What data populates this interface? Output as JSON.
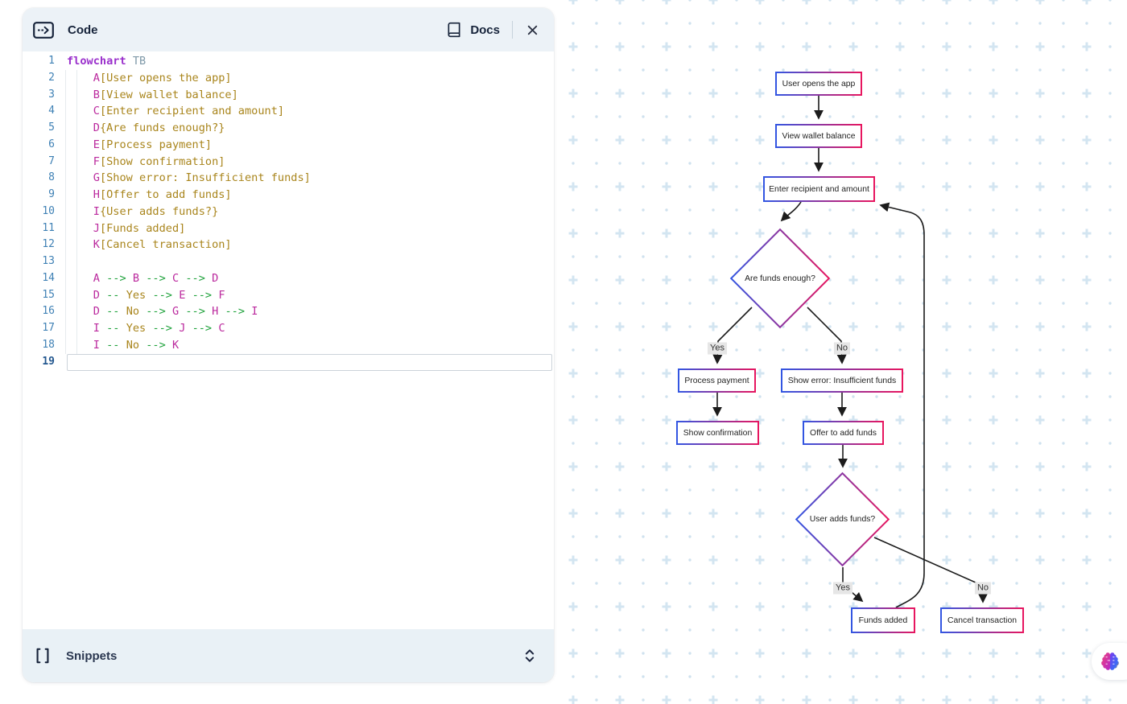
{
  "panel": {
    "tab_label": "Code",
    "docs_label": "Docs",
    "snippets_label": "Snippets"
  },
  "editor": {
    "language": "mermaid",
    "active_line": 19,
    "lines": [
      {
        "n": 1,
        "tokens": [
          [
            "kw",
            "flowchart"
          ],
          [
            "pl",
            " "
          ],
          [
            "dir",
            "TB"
          ]
        ]
      },
      {
        "n": 2,
        "tokens": [
          [
            "pl",
            "    "
          ],
          [
            "id",
            "A"
          ],
          [
            "str",
            "[User opens the app]"
          ]
        ]
      },
      {
        "n": 3,
        "tokens": [
          [
            "pl",
            "    "
          ],
          [
            "id",
            "B"
          ],
          [
            "str",
            "[View wallet balance]"
          ]
        ]
      },
      {
        "n": 4,
        "tokens": [
          [
            "pl",
            "    "
          ],
          [
            "id",
            "C"
          ],
          [
            "str",
            "[Enter recipient and amount]"
          ]
        ]
      },
      {
        "n": 5,
        "tokens": [
          [
            "pl",
            "    "
          ],
          [
            "id",
            "D"
          ],
          [
            "str",
            "{Are funds enough?}"
          ]
        ]
      },
      {
        "n": 6,
        "tokens": [
          [
            "pl",
            "    "
          ],
          [
            "id",
            "E"
          ],
          [
            "str",
            "[Process payment]"
          ]
        ]
      },
      {
        "n": 7,
        "tokens": [
          [
            "pl",
            "    "
          ],
          [
            "id",
            "F"
          ],
          [
            "str",
            "[Show confirmation]"
          ]
        ]
      },
      {
        "n": 8,
        "tokens": [
          [
            "pl",
            "    "
          ],
          [
            "id",
            "G"
          ],
          [
            "str",
            "[Show error: Insufficient funds]"
          ]
        ]
      },
      {
        "n": 9,
        "tokens": [
          [
            "pl",
            "    "
          ],
          [
            "id",
            "H"
          ],
          [
            "str",
            "[Offer to add funds]"
          ]
        ]
      },
      {
        "n": 10,
        "tokens": [
          [
            "pl",
            "    "
          ],
          [
            "id",
            "I"
          ],
          [
            "str",
            "{User adds funds?}"
          ]
        ]
      },
      {
        "n": 11,
        "tokens": [
          [
            "pl",
            "    "
          ],
          [
            "id",
            "J"
          ],
          [
            "str",
            "[Funds added]"
          ]
        ]
      },
      {
        "n": 12,
        "tokens": [
          [
            "pl",
            "    "
          ],
          [
            "id",
            "K"
          ],
          [
            "str",
            "[Cancel transaction]"
          ]
        ]
      },
      {
        "n": 13,
        "tokens": []
      },
      {
        "n": 14,
        "tokens": [
          [
            "pl",
            "    "
          ],
          [
            "id",
            "A"
          ],
          [
            "pl",
            " "
          ],
          [
            "arrow",
            "-->"
          ],
          [
            "pl",
            " "
          ],
          [
            "id",
            "B"
          ],
          [
            "pl",
            " "
          ],
          [
            "arrow",
            "-->"
          ],
          [
            "pl",
            " "
          ],
          [
            "id",
            "C"
          ],
          [
            "pl",
            " "
          ],
          [
            "arrow",
            "-->"
          ],
          [
            "pl",
            " "
          ],
          [
            "id",
            "D"
          ]
        ]
      },
      {
        "n": 15,
        "tokens": [
          [
            "pl",
            "    "
          ],
          [
            "id",
            "D"
          ],
          [
            "pl",
            " "
          ],
          [
            "arrow",
            "--"
          ],
          [
            "pl",
            " "
          ],
          [
            "str",
            "Yes"
          ],
          [
            "pl",
            " "
          ],
          [
            "arrow",
            "-->"
          ],
          [
            "pl",
            " "
          ],
          [
            "id",
            "E"
          ],
          [
            "pl",
            " "
          ],
          [
            "arrow",
            "-->"
          ],
          [
            "pl",
            " "
          ],
          [
            "id",
            "F"
          ]
        ]
      },
      {
        "n": 16,
        "tokens": [
          [
            "pl",
            "    "
          ],
          [
            "id",
            "D"
          ],
          [
            "pl",
            " "
          ],
          [
            "arrow",
            "--"
          ],
          [
            "pl",
            " "
          ],
          [
            "str",
            "No"
          ],
          [
            "pl",
            " "
          ],
          [
            "arrow",
            "-->"
          ],
          [
            "pl",
            " "
          ],
          [
            "id",
            "G"
          ],
          [
            "pl",
            " "
          ],
          [
            "arrow",
            "-->"
          ],
          [
            "pl",
            " "
          ],
          [
            "id",
            "H"
          ],
          [
            "pl",
            " "
          ],
          [
            "arrow",
            "-->"
          ],
          [
            "pl",
            " "
          ],
          [
            "id",
            "I"
          ]
        ]
      },
      {
        "n": 17,
        "tokens": [
          [
            "pl",
            "    "
          ],
          [
            "id",
            "I"
          ],
          [
            "pl",
            " "
          ],
          [
            "arrow",
            "--"
          ],
          [
            "pl",
            " "
          ],
          [
            "str",
            "Yes"
          ],
          [
            "pl",
            " "
          ],
          [
            "arrow",
            "-->"
          ],
          [
            "pl",
            " "
          ],
          [
            "id",
            "J"
          ],
          [
            "pl",
            " "
          ],
          [
            "arrow",
            "-->"
          ],
          [
            "pl",
            " "
          ],
          [
            "id",
            "C"
          ]
        ]
      },
      {
        "n": 18,
        "tokens": [
          [
            "pl",
            "    "
          ],
          [
            "id",
            "I"
          ],
          [
            "pl",
            " "
          ],
          [
            "arrow",
            "--"
          ],
          [
            "pl",
            " "
          ],
          [
            "str",
            "No"
          ],
          [
            "pl",
            " "
          ],
          [
            "arrow",
            "-->"
          ],
          [
            "pl",
            " "
          ],
          [
            "id",
            "K"
          ]
        ]
      },
      {
        "n": 19,
        "tokens": []
      }
    ]
  },
  "diagram": {
    "type": "flowchart",
    "direction": "TB",
    "nodes": [
      {
        "id": "A",
        "shape": "rect",
        "label": "User opens the app"
      },
      {
        "id": "B",
        "shape": "rect",
        "label": "View wallet balance"
      },
      {
        "id": "C",
        "shape": "rect",
        "label": "Enter recipient and amount"
      },
      {
        "id": "D",
        "shape": "diamond",
        "label": "Are funds enough?"
      },
      {
        "id": "E",
        "shape": "rect",
        "label": "Process payment"
      },
      {
        "id": "F",
        "shape": "rect",
        "label": "Show confirmation"
      },
      {
        "id": "G",
        "shape": "rect",
        "label": "Show error: Insufficient funds"
      },
      {
        "id": "H",
        "shape": "rect",
        "label": "Offer to add funds"
      },
      {
        "id": "I",
        "shape": "diamond",
        "label": "User adds funds?"
      },
      {
        "id": "J",
        "shape": "rect",
        "label": "Funds added"
      },
      {
        "id": "K",
        "shape": "rect",
        "label": "Cancel transaction"
      }
    ],
    "edges": [
      {
        "from": "A",
        "to": "B"
      },
      {
        "from": "B",
        "to": "C"
      },
      {
        "from": "C",
        "to": "D"
      },
      {
        "from": "D",
        "to": "E",
        "label": "Yes"
      },
      {
        "from": "E",
        "to": "F"
      },
      {
        "from": "D",
        "to": "G",
        "label": "No"
      },
      {
        "from": "G",
        "to": "H"
      },
      {
        "from": "H",
        "to": "I"
      },
      {
        "from": "I",
        "to": "J",
        "label": "Yes"
      },
      {
        "from": "J",
        "to": "C"
      },
      {
        "from": "I",
        "to": "K",
        "label": "No"
      }
    ]
  },
  "colors": {
    "node_border_start": "#3156e3",
    "node_border_end": "#e9155e",
    "edge": "#1c1c1c",
    "edge_label_bg": "#e6e6e6",
    "header_bg": "#ecf2f7",
    "pattern_plus": "#d3e5f1",
    "pattern_dot": "#cfe2ef",
    "keyword": "#9a30cc",
    "identifier": "#bb2a9e",
    "string": "#a9851c",
    "operator": "#1fa23c",
    "line_number": "#3f81b5"
  }
}
